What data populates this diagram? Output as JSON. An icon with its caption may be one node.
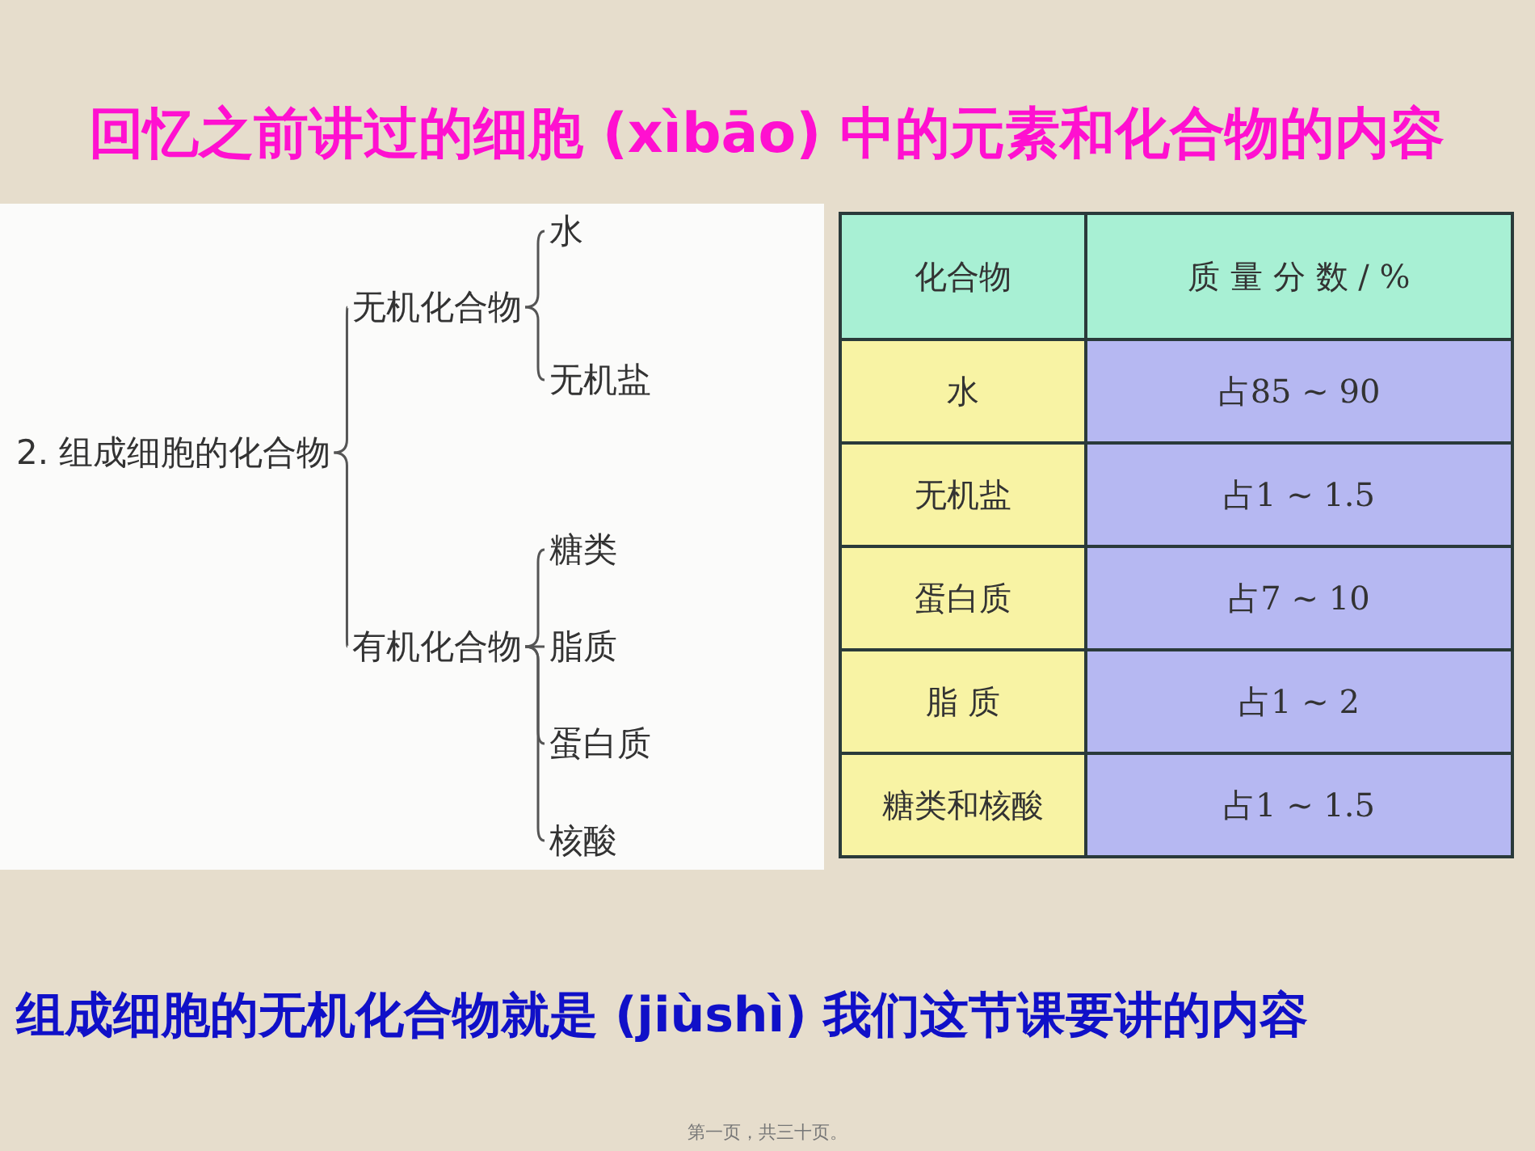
{
  "diagram": {
    "title": "回忆之前讲过的细胞 (xìbāo) 中的元素和化合物的内容",
    "nodes": [
      {
        "text": [
          "2. 组成细胞的化合物"
        ]
      },
      {
        "text": [
          "无机化合物"
        ]
      },
      {
        "text": [
          "有机化合物"
        ]
      },
      {
        "text": [
          "水"
        ]
      },
      {
        "text": [
          "无机盐"
        ]
      },
      {
        "text": [
          "糖类"
        ]
      },
      {
        "text": [
          "脂质"
        ]
      },
      {
        "text": [
          "蛋白质"
        ]
      },
      {
        "text": [
          "核酸"
        ]
      }
    ],
    "edges": [
      {
        "from": 0,
        "to": 1,
        "arrow": "none"
      },
      {
        "from": 0,
        "to": 2,
        "arrow": "none"
      },
      {
        "from": 1,
        "to": 3,
        "arrow": "none"
      },
      {
        "from": 1,
        "to": 4,
        "arrow": "none"
      },
      {
        "from": 2,
        "to": 5,
        "arrow": "none"
      },
      {
        "from": 2,
        "to": 6,
        "arrow": "none"
      },
      {
        "from": 2,
        "to": 7,
        "arrow": "none"
      },
      {
        "from": 2,
        "to": 8,
        "arrow": "none"
      }
    ],
    "labels": [
      "化合物",
      "质 量 分 数 / %",
      "水",
      "占85 ~ 90",
      "无机盐",
      "占1 ~ 1.5",
      "蛋白质",
      "占7 ~ 10",
      "脂 质",
      "占1 ~ 2",
      "糖类和核酸",
      "占1 ~ 1.5",
      "组成细胞的无机化合物就是 (jiùshì) 我们这节课要讲的内容",
      "第一页，共三十页。"
    ]
  }
}
